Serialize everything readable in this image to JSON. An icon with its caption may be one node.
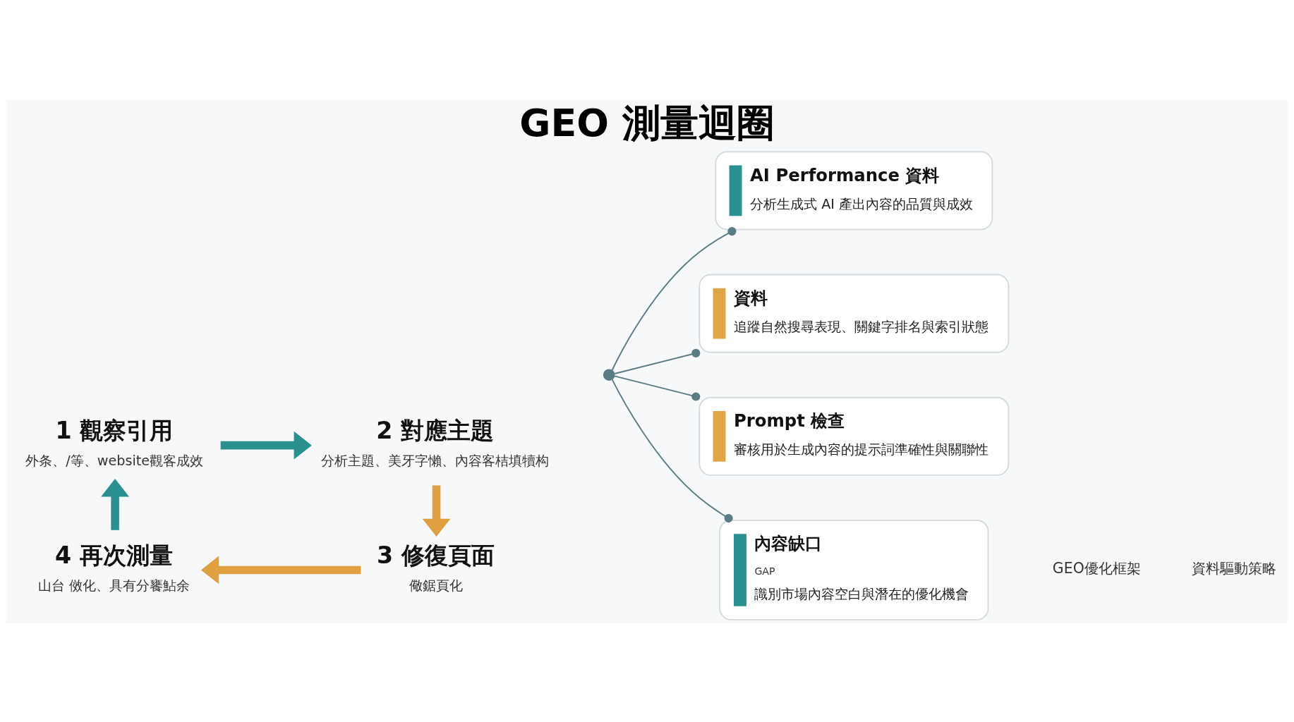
{
  "diagram": {
    "title": "GEO 測量迴圈",
    "nodes": [
      {
        "text": [
          "1 觀察引用",
          "外条、/等、website觀客成效"
        ]
      },
      {
        "text": [
          "2 對應主題",
          "分析主題、美牙字懶、內容客桔填犢构"
        ]
      },
      {
        "text": [
          "3 修復頁面",
          "儆鋸頁化"
        ]
      },
      {
        "text": [
          "4 再次測量",
          "山台 傚化、具有分饔鮎余"
        ]
      },
      {
        "text": [],
        "shape": "circle"
      },
      {
        "text": [
          "AI Performance 資料",
          "分析生成式 AI 產出內容的品質與成效"
        ]
      },
      {
        "text": [
          "資料",
          "追蹤自然搜尋表現、關鍵字排名與索引狀態"
        ]
      },
      {
        "text": [
          "Prompt 檢查",
          "審核用於生成內容的提示詞準確性與關聯性"
        ]
      },
      {
        "text": [
          "內容缺口",
          "GAP",
          "識別市場內容空白與潛在的優化機會"
        ]
      }
    ],
    "edges": [
      {
        "from": 0,
        "to": 1,
        "arrow": "to",
        "style": "thick",
        "color": "#2a8f8f"
      },
      {
        "from": 1,
        "to": 2,
        "arrow": "to",
        "style": "thick",
        "color": "#e0a040"
      },
      {
        "from": 2,
        "to": 3,
        "arrow": "to",
        "style": "thick",
        "color": "#e0a040"
      },
      {
        "from": 3,
        "to": 0,
        "arrow": "to",
        "style": "thick",
        "color": "#2a8f8f"
      },
      {
        "from": 4,
        "to": 5,
        "arrow": "other"
      },
      {
        "from": 4,
        "to": 6,
        "arrow": "other"
      },
      {
        "from": 4,
        "to": 7,
        "arrow": "other"
      },
      {
        "from": 4,
        "to": 8,
        "arrow": "other"
      }
    ],
    "labels": [
      "GEO優化框架",
      "資料驅動策略"
    ]
  }
}
